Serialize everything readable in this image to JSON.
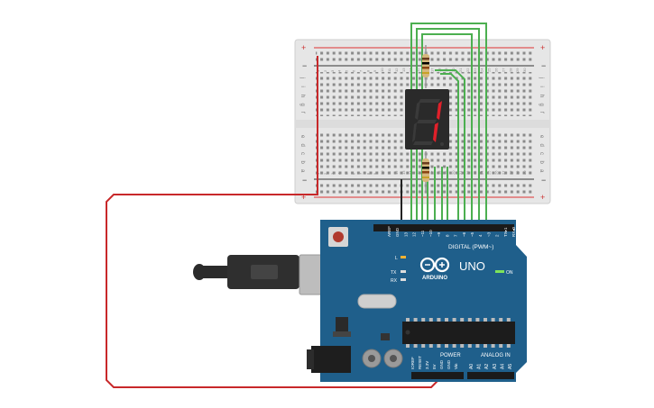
{
  "breadboard": {
    "plus_sign": "+",
    "minus_sign": "−",
    "row_letters_top": [
      "j",
      "i",
      "h",
      "g",
      "f"
    ],
    "row_letters_bottom": [
      "e",
      "d",
      "c",
      "b",
      "a"
    ],
    "column_numbers": [
      "1",
      "2",
      "3",
      "4",
      "5",
      "6",
      "7",
      "8",
      "9",
      "10",
      "11",
      "12",
      "13",
      "14",
      "15",
      "16",
      "17",
      "18",
      "19",
      "20",
      "21",
      "22",
      "23",
      "24",
      "25",
      "26",
      "27",
      "28",
      "29",
      "30"
    ]
  },
  "display": {
    "shown_digit": "1",
    "segment_on_color": "#e0202a",
    "segment_off_color": "#3a3a3a"
  },
  "arduino": {
    "brand": "ARDUINO",
    "model": "UNO",
    "on_label": "ON",
    "l_label": "L",
    "tx_label": "TX",
    "rx_label": "RX",
    "digital_header_label": "DIGITAL (PWM~)",
    "digital_pins": [
      "AREF",
      "GND",
      "13",
      "12",
      "~11",
      "~10",
      "~9",
      "8",
      "7",
      "~6",
      "~5",
      "4",
      "~3",
      "2",
      "TX▸1",
      "RX◂0"
    ],
    "power_header_label": "POWER",
    "power_pins": [
      "IOREF",
      "RESET",
      "3.3V",
      "5V",
      "GND",
      "GND",
      "Vin"
    ],
    "analog_header_label": "ANALOG IN",
    "analog_pins": [
      "A0",
      "A1",
      "A2",
      "A3",
      "A4",
      "A5"
    ],
    "board_color": "#1f5f8b"
  },
  "wire_colors": {
    "power": "#c8282a",
    "ground": "#222222",
    "signal": "#4caf50"
  }
}
